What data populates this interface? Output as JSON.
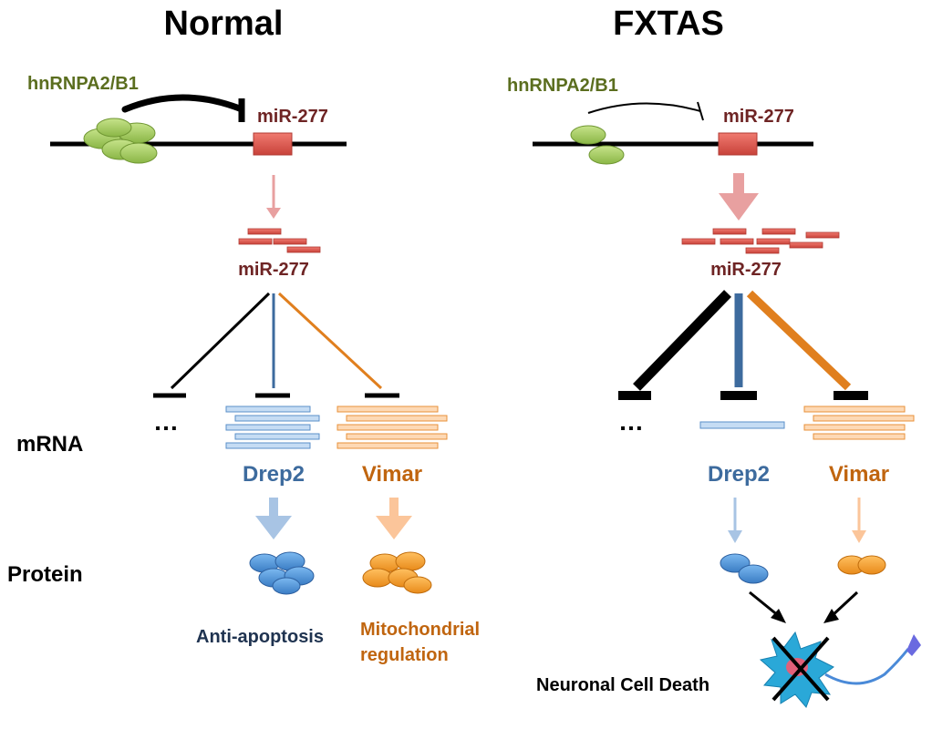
{
  "titles": {
    "normal": "Normal",
    "fxtas": "FXTAS"
  },
  "row_labels": {
    "mrna": "mRNA",
    "protein": "Protein"
  },
  "normal": {
    "protein_label": "hnRNPA2/B1",
    "gene_label": "miR-277",
    "mirna_label": "miR-277",
    "ellipsis": "…",
    "drep2": "Drep2",
    "vimar": "Vimar",
    "outcome_drep2": "Anti-apoptosis",
    "outcome_vimar_line1": "Mitochondrial",
    "outcome_vimar_line2": "regulation"
  },
  "fxtas": {
    "protein_label": "hnRNPA2/B1",
    "gene_label": "miR-277",
    "mirna_label": "miR-277",
    "ellipsis": "…",
    "drep2": "Drep2",
    "vimar": "Vimar",
    "outcome": "Neuronal Cell Death"
  },
  "colors": {
    "olive": "#5b6e1f",
    "maroon": "#6e2424",
    "mirna_red": "#d9534f",
    "drep2_blue": "#3d6b9e",
    "vimar_orange": "#c0650f",
    "dark_navy": "#1f3350",
    "green_protein": "#9bc45a",
    "blue_protein": "#4a8fd4",
    "orange_protein": "#f0a030",
    "neuron_cyan": "#2aa8d8"
  }
}
